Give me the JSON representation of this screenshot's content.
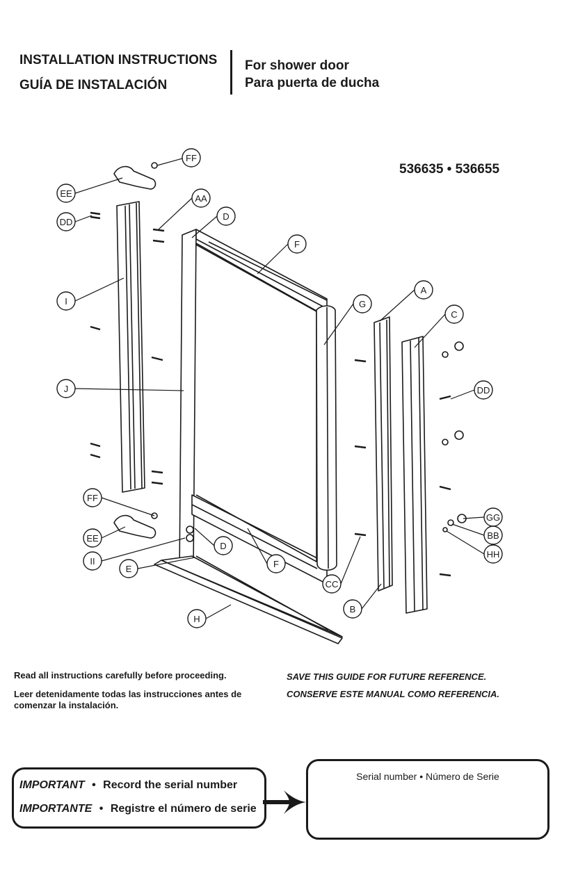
{
  "header": {
    "title_en": "INSTALLATION INSTRUCTIONS",
    "title_es": "GUÍA DE INSTALACIÓN",
    "product_en": "For shower door",
    "product_es": "Para puerta de ducha"
  },
  "model_numbers": "536635 • 536655",
  "part_labels": {
    "FF": "FF",
    "EE": "EE",
    "DD": "DD",
    "AA": "AA",
    "D": "D",
    "F": "F",
    "I": "I",
    "G": "G",
    "A": "A",
    "C": "C",
    "J": "J",
    "GG": "GG",
    "BB": "BB",
    "HH": "HH",
    "II": "II",
    "E": "E",
    "CC": "CC",
    "B": "B",
    "H": "H"
  },
  "instructions": {
    "read_en": "Read all instructions carefully before proceeding.",
    "read_es": "Leer detenidamente todas las instrucciones antes de comenzar la instalación.",
    "save_en": "SAVE THIS GUIDE FOR FUTURE REFERENCE.",
    "save_es": "CONSERVE ESTE MANUAL COMO REFERENCIA."
  },
  "important": {
    "label_en": "IMPORTANT",
    "text_en": "Record the serial number",
    "label_es": "IMPORTANTE",
    "text_es": "Registre el número de serie",
    "bullet": "•"
  },
  "serial_box": {
    "label": "Serial number • Número de Serie",
    "value": ""
  }
}
